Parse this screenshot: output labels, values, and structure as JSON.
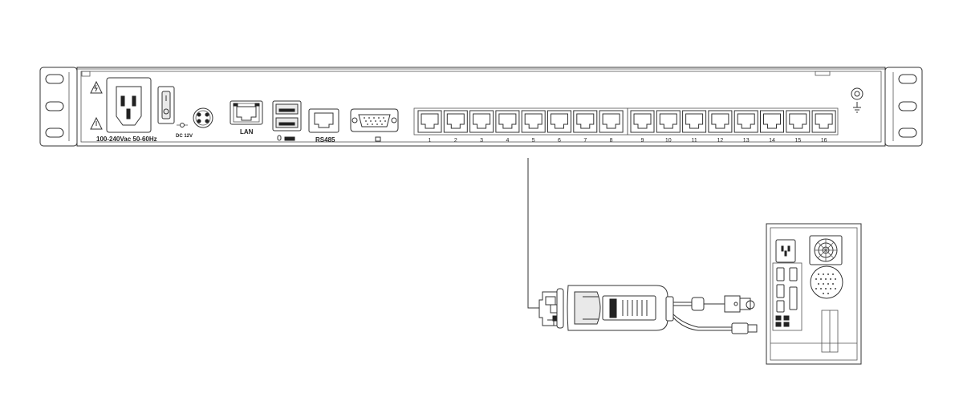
{
  "panel": {
    "power_label": "100-240Vac 50-60Hz",
    "dc_label": "DC 12V",
    "lan_label": "LAN",
    "rs485_label": "RS485"
  },
  "ports": {
    "group1": [
      "1",
      "2",
      "3",
      "4",
      "5",
      "6",
      "7",
      "8"
    ],
    "group2": [
      "9",
      "10",
      "11",
      "12",
      "13",
      "14",
      "15",
      "16"
    ]
  },
  "icons": {
    "warning": "warning-triangle-icon",
    "ground": "ground-icon",
    "mouse": "mouse-icon",
    "keyboard": "keyboard-icon",
    "monitor": "monitor-icon"
  }
}
